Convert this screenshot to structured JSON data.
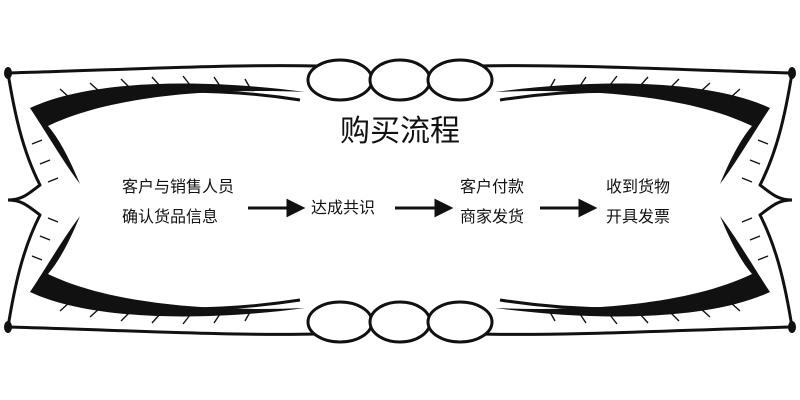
{
  "title": "购买流程",
  "steps": [
    {
      "lines": [
        "客户与销售人员",
        "确认货品信息"
      ]
    },
    {
      "lines": [
        "达成共识"
      ]
    },
    {
      "lines": [
        "客户付款",
        "商家发货"
      ]
    },
    {
      "lines": [
        "收到货物",
        "开具发票"
      ]
    }
  ],
  "colors": {
    "ink": "#111111",
    "background": "#ffffff"
  },
  "arrow_count": 3
}
